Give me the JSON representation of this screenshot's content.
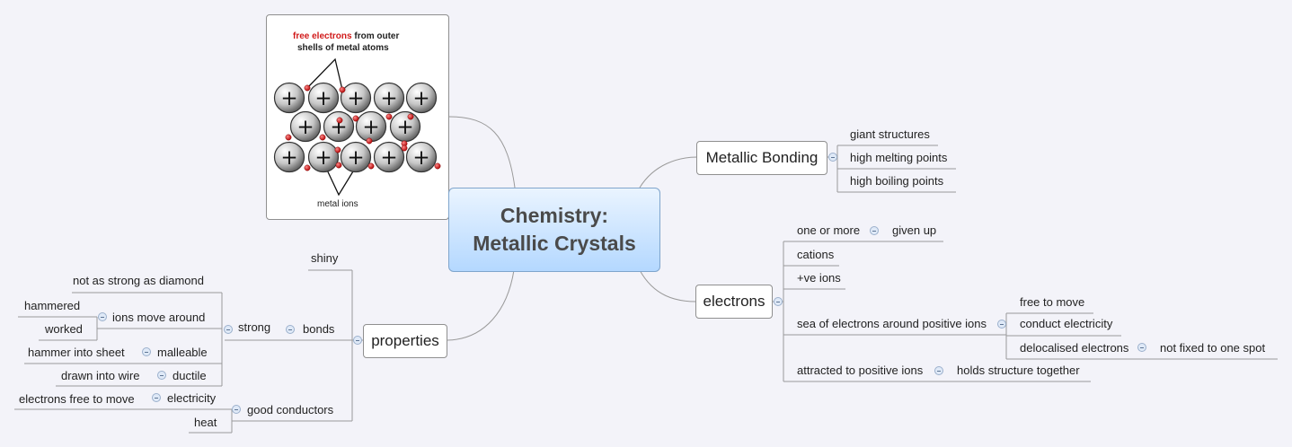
{
  "central": {
    "line1": "Chemistry:",
    "line2": "Metallic Crystals"
  },
  "image": {
    "label_red": "free electrons",
    "label_rest": "from outer",
    "label_line2": "shells of metal atoms",
    "label_bottom": "metal ions",
    "ion_symbol": "+"
  },
  "metallic_bonding": {
    "title": "Metallic Bonding",
    "items": [
      "giant structures",
      "high melting points",
      "high boiling points"
    ]
  },
  "electrons": {
    "title": "electrons",
    "one_or_more": "one or more",
    "given_up": "given up",
    "cations": "cations",
    "ve_ions": "+ve ions",
    "sea": "sea of electrons around positive ions",
    "free_to_move": "free to move",
    "conduct": "conduct electricity",
    "delocalised": "delocalised electrons",
    "not_fixed": "not fixed to one spot",
    "attracted": "attracted to positive ions",
    "holds": "holds structure together"
  },
  "properties": {
    "title": "properties",
    "shiny": "shiny",
    "bonds": "bonds",
    "strong": "strong",
    "not_as_strong": "not as strong as diamond",
    "ions_move": "ions move around",
    "hammered": "hammered",
    "worked": "worked",
    "malleable": "malleable",
    "hammer_sheet": "hammer into sheet",
    "ductile": "ductile",
    "drawn_wire": "drawn into wire",
    "good_conductors": "good conductors",
    "electricity": "electricity",
    "electrons_free": "electrons free to move",
    "heat": "heat"
  },
  "colors": {
    "link": "#9a9a9a",
    "accent_red": "#d11a1a",
    "collapse": "#9bb0cc"
  }
}
